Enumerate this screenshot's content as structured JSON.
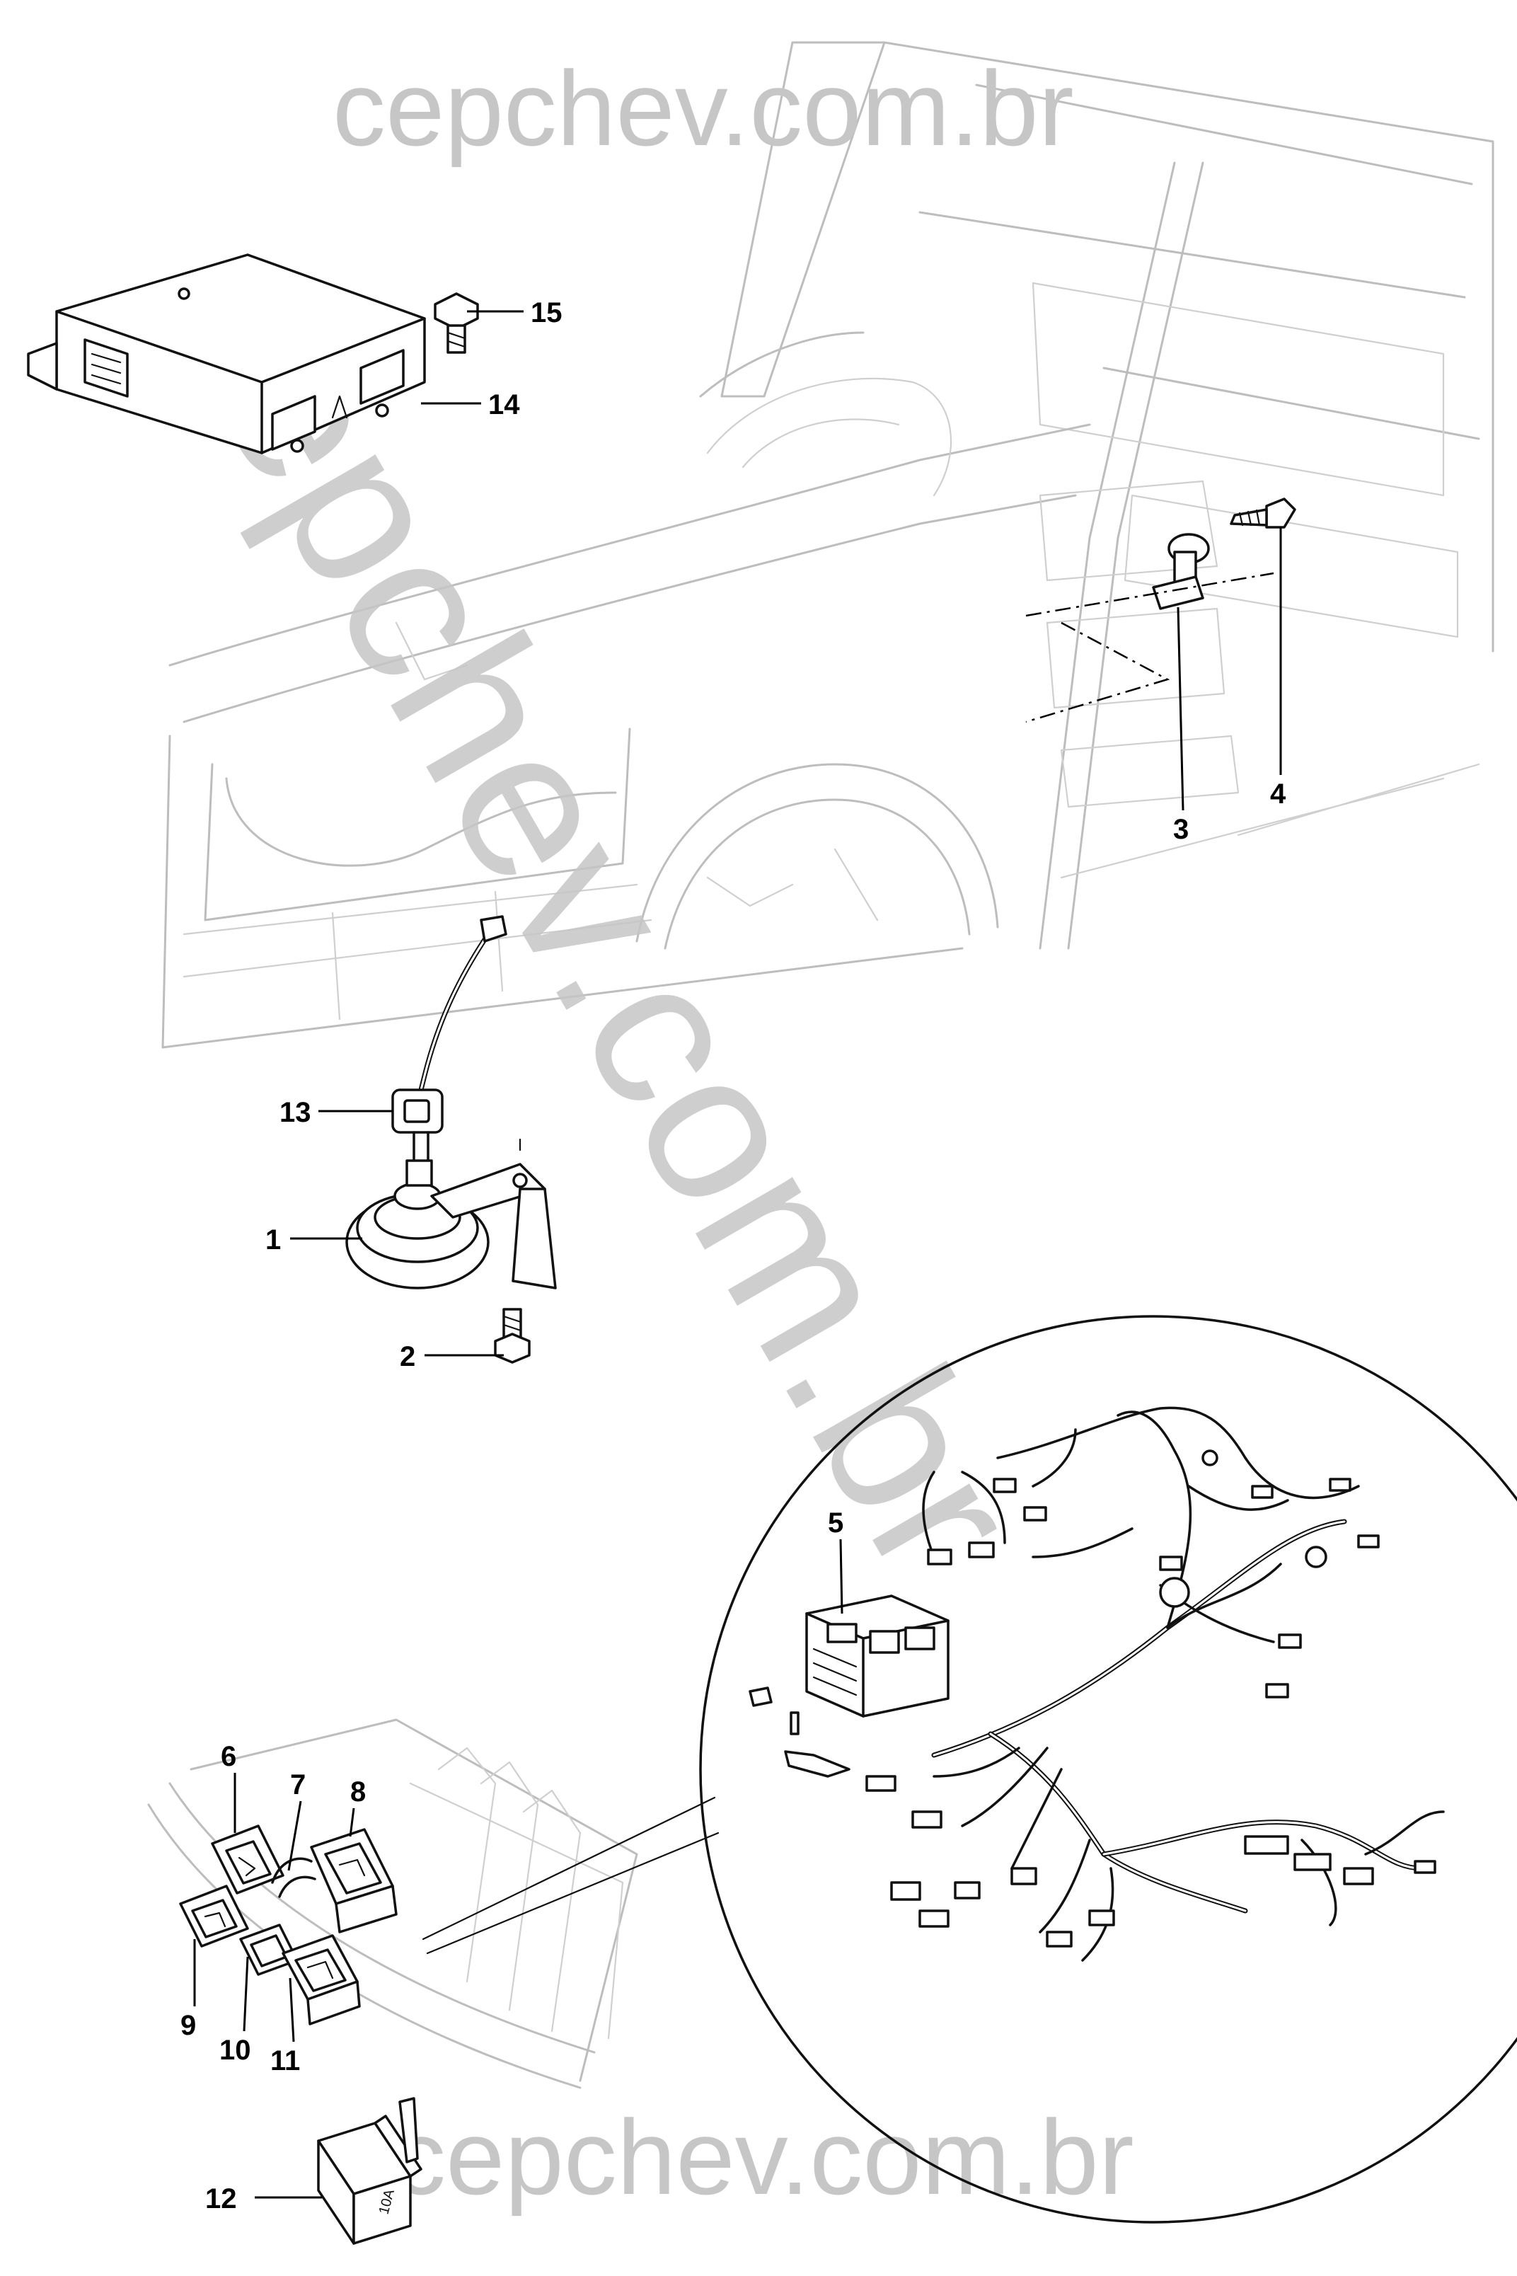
{
  "watermark": {
    "top": "cepchev.com.br",
    "diagonal": "cepchev.com.br",
    "bottom": "cepchev.com.br",
    "color": "#c6c6c6"
  },
  "callouts": {
    "c1": "1",
    "c2": "2",
    "c3": "3",
    "c4": "4",
    "c5": "5",
    "c6": "6",
    "c7": "7",
    "c8": "8",
    "c9": "9",
    "c10": "10",
    "c11": "11",
    "c12": "12",
    "c13": "13",
    "c14": "14",
    "c15": "15"
  },
  "fuse_marking": "10A",
  "colors": {
    "line": "#111111",
    "ghost_line": "#bdbdbd",
    "background": "#ffffff"
  }
}
